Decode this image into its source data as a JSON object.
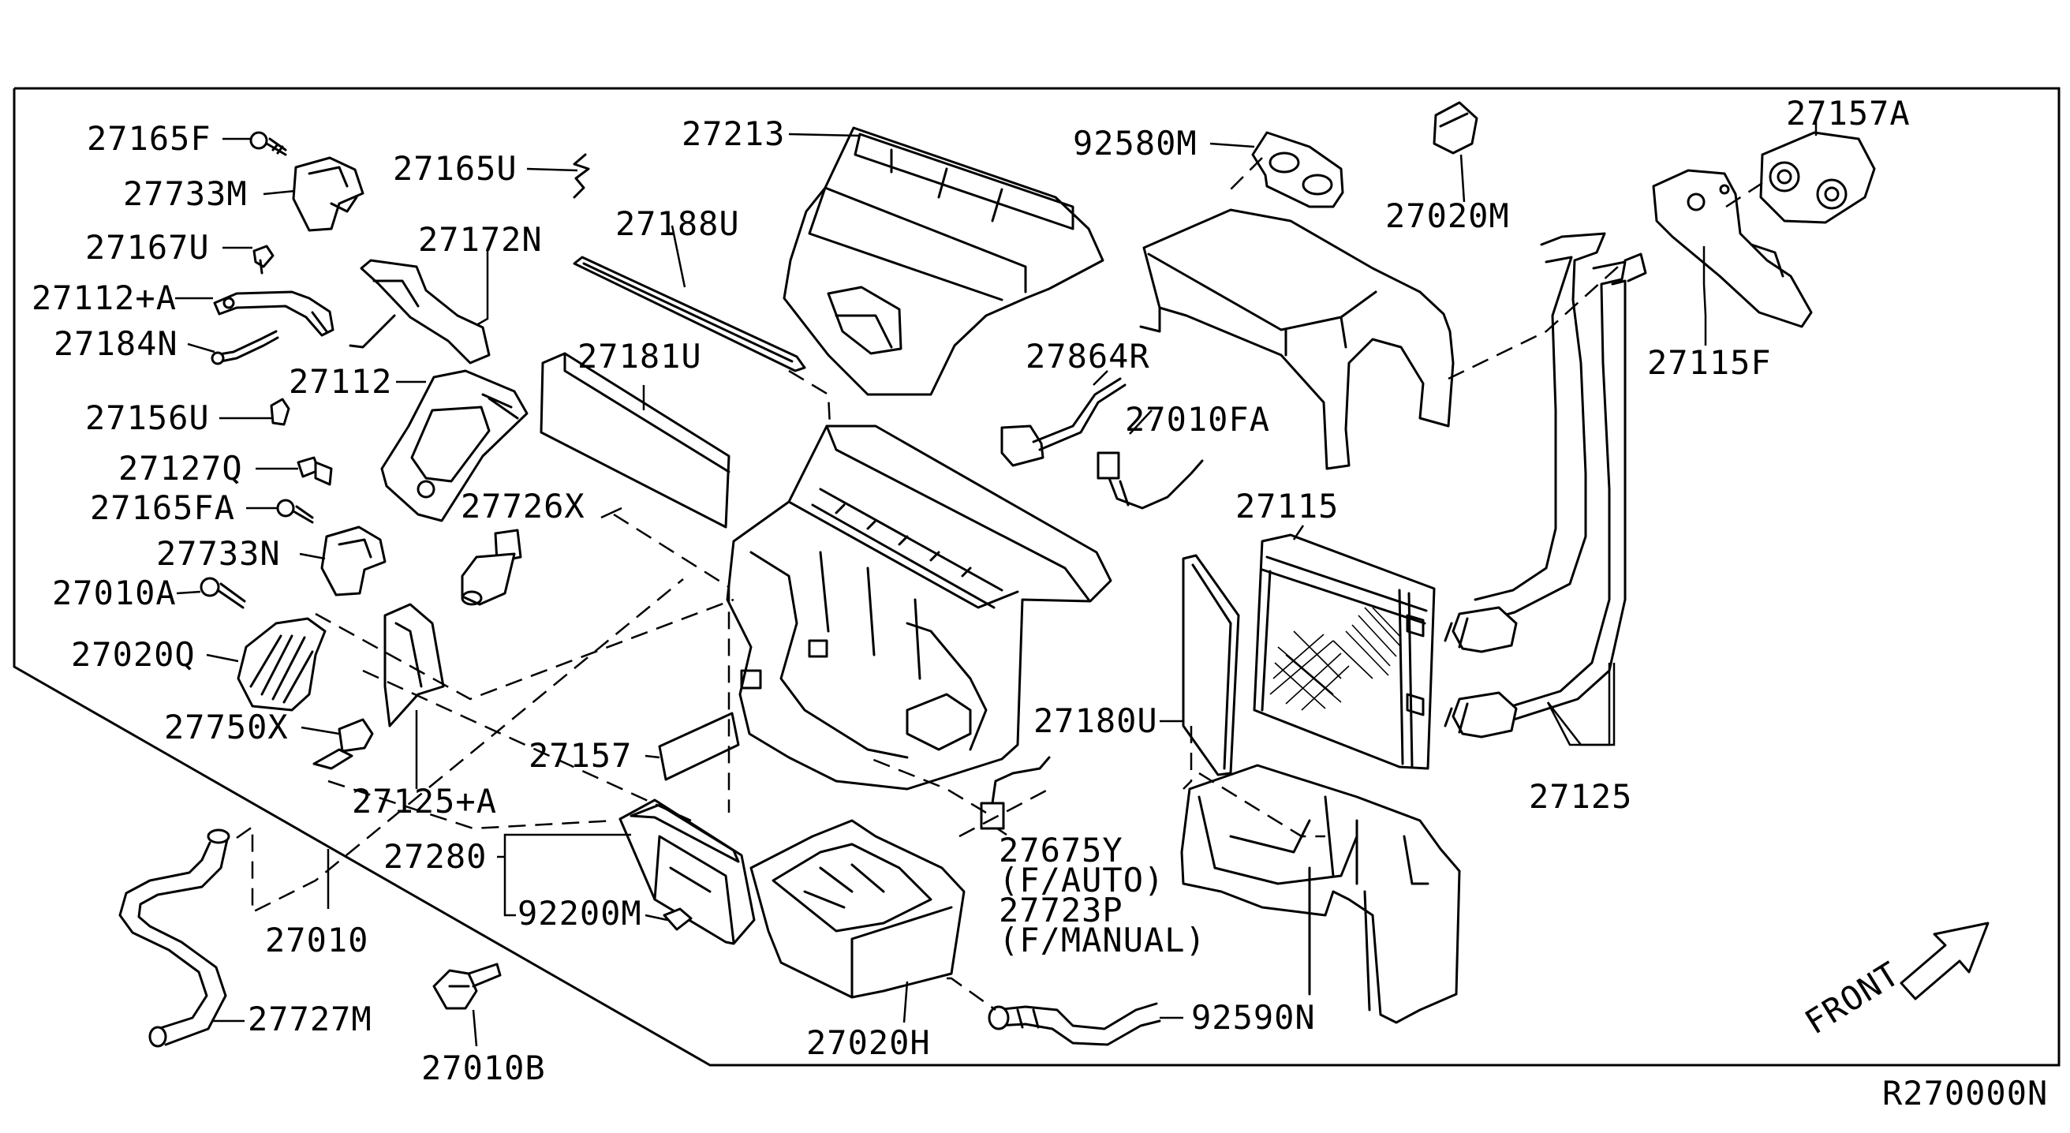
{
  "colors": {
    "ink": "#000000",
    "paper": "#ffffff"
  },
  "diagram_code": "R270000N",
  "front_label": "FRONT",
  "parts": {
    "p27165F": "27165F",
    "p27733M": "27733M",
    "p27167U": "27167U",
    "p27112A": "27112+A",
    "p27184N": "27184N",
    "p27156U": "27156U",
    "p27127Q": "27127Q",
    "p27165FA": "27165FA",
    "p27733N": "27733N",
    "p27010A": "27010A",
    "p27020Q": "27020Q",
    "p27750X": "27750X",
    "p27125A": "27125+A",
    "p27165U": "27165U",
    "p27172N": "27172N",
    "p27112": "27112",
    "p27726X": "27726X",
    "p27213": "27213",
    "p27188U": "27188U",
    "p27181U": "27181U",
    "p92580M": "92580M",
    "p27020M": "27020M",
    "p27157A": "27157A",
    "p27115F": "27115F",
    "p27864R": "27864R",
    "p27010FA": "27010FA",
    "p27115": "27115",
    "p27180U": "27180U",
    "p27125": "27125",
    "p27157": "27157",
    "p27280": "27280",
    "p92200M": "92200M",
    "p27010": "27010",
    "p27727M": "27727M",
    "p27010B": "27010B",
    "p27020H": "27020H",
    "p27675Y": "27675Y",
    "p27675Y_note": "(F/AUTO)",
    "p27723P": "27723P",
    "p27723P_note": "(F/MANUAL)",
    "p92590N": "92590N"
  }
}
